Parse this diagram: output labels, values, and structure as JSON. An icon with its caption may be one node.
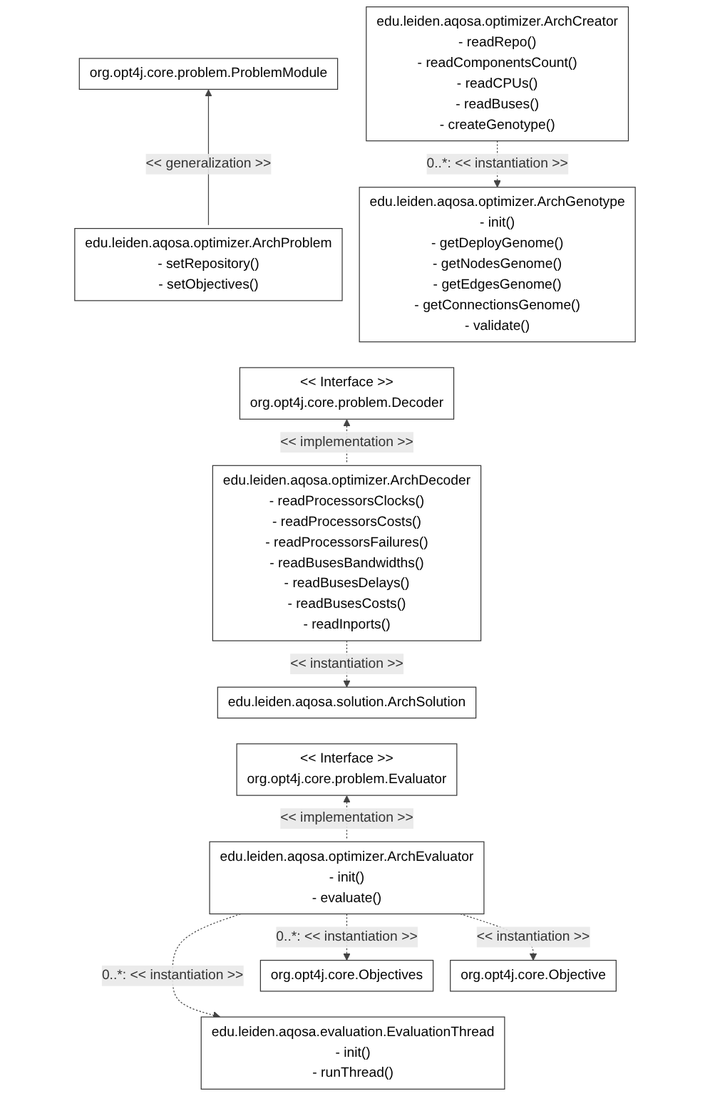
{
  "diagram": {
    "nodes": [
      {
        "text": [
          "org.opt4j.core.problem.ProblemModule"
        ]
      },
      {
        "text": [
          "edu.leiden.aqosa.optimizer.ArchProblem",
          "- setRepository()",
          "- setObjectives()"
        ]
      },
      {
        "text": [
          "edu.leiden.aqosa.optimizer.ArchCreator",
          "- readRepo()",
          "- readComponentsCount()",
          "- readCPUs()",
          "- readBuses()",
          "- createGenotype()"
        ]
      },
      {
        "text": [
          "edu.leiden.aqosa.optimizer.ArchGenotype",
          "- init()",
          "- getDeployGenome()",
          "- getNodesGenome()",
          "- getEdgesGenome()",
          "- getConnectionsGenome()",
          "- validate()"
        ]
      },
      {
        "text": [
          "<< Interface >>",
          "org.opt4j.core.problem.Decoder"
        ]
      },
      {
        "text": [
          "edu.leiden.aqosa.optimizer.ArchDecoder",
          "- readProcessorsClocks()",
          "- readProcessorsCosts()",
          "- readProcessorsFailures()",
          "- readBusesBandwidths()",
          "- readBusesDelays()",
          "- readBusesCosts()",
          "- readInports()"
        ]
      },
      {
        "text": [
          "edu.leiden.aqosa.solution.ArchSolution"
        ]
      },
      {
        "text": [
          "<< Interface >>",
          "org.opt4j.core.problem.Evaluator"
        ]
      },
      {
        "text": [
          "edu.leiden.aqosa.optimizer.ArchEvaluator",
          "- init()",
          "- evaluate()"
        ]
      },
      {
        "text": [
          "org.opt4j.core.Objective"
        ]
      },
      {
        "text": [
          "org.opt4j.core.Objectives"
        ]
      },
      {
        "text": [
          "edu.leiden.aqosa.evaluation.EvaluationThread",
          "- init()",
          "- runThread()"
        ]
      }
    ],
    "edges": [
      {
        "from": 1,
        "to": 0,
        "arrow": "to",
        "label": "<< generalization >>"
      },
      {
        "from": 2,
        "to": 3,
        "arrow": "to",
        "label": "0..*: << instantiation >>",
        "style": "dashed"
      },
      {
        "from": 5,
        "to": 4,
        "arrow": "to",
        "label": "<< implementation >>",
        "style": "dashed"
      },
      {
        "from": 5,
        "to": 6,
        "arrow": "to",
        "label": "<< instantiation >>",
        "style": "dashed"
      },
      {
        "from": 8,
        "to": 7,
        "arrow": "to",
        "label": "<< implementation >>",
        "style": "dashed"
      },
      {
        "from": 8,
        "to": 9,
        "arrow": "to",
        "label": "<< instantiation >>",
        "style": "dashed"
      },
      {
        "from": 8,
        "to": 10,
        "arrow": "to",
        "label": "0..*: << instantiation >>",
        "style": "dashed"
      },
      {
        "from": 8,
        "to": 11,
        "arrow": "to",
        "label": "0..*: << instantiation >>",
        "style": "dashed"
      }
    ]
  }
}
